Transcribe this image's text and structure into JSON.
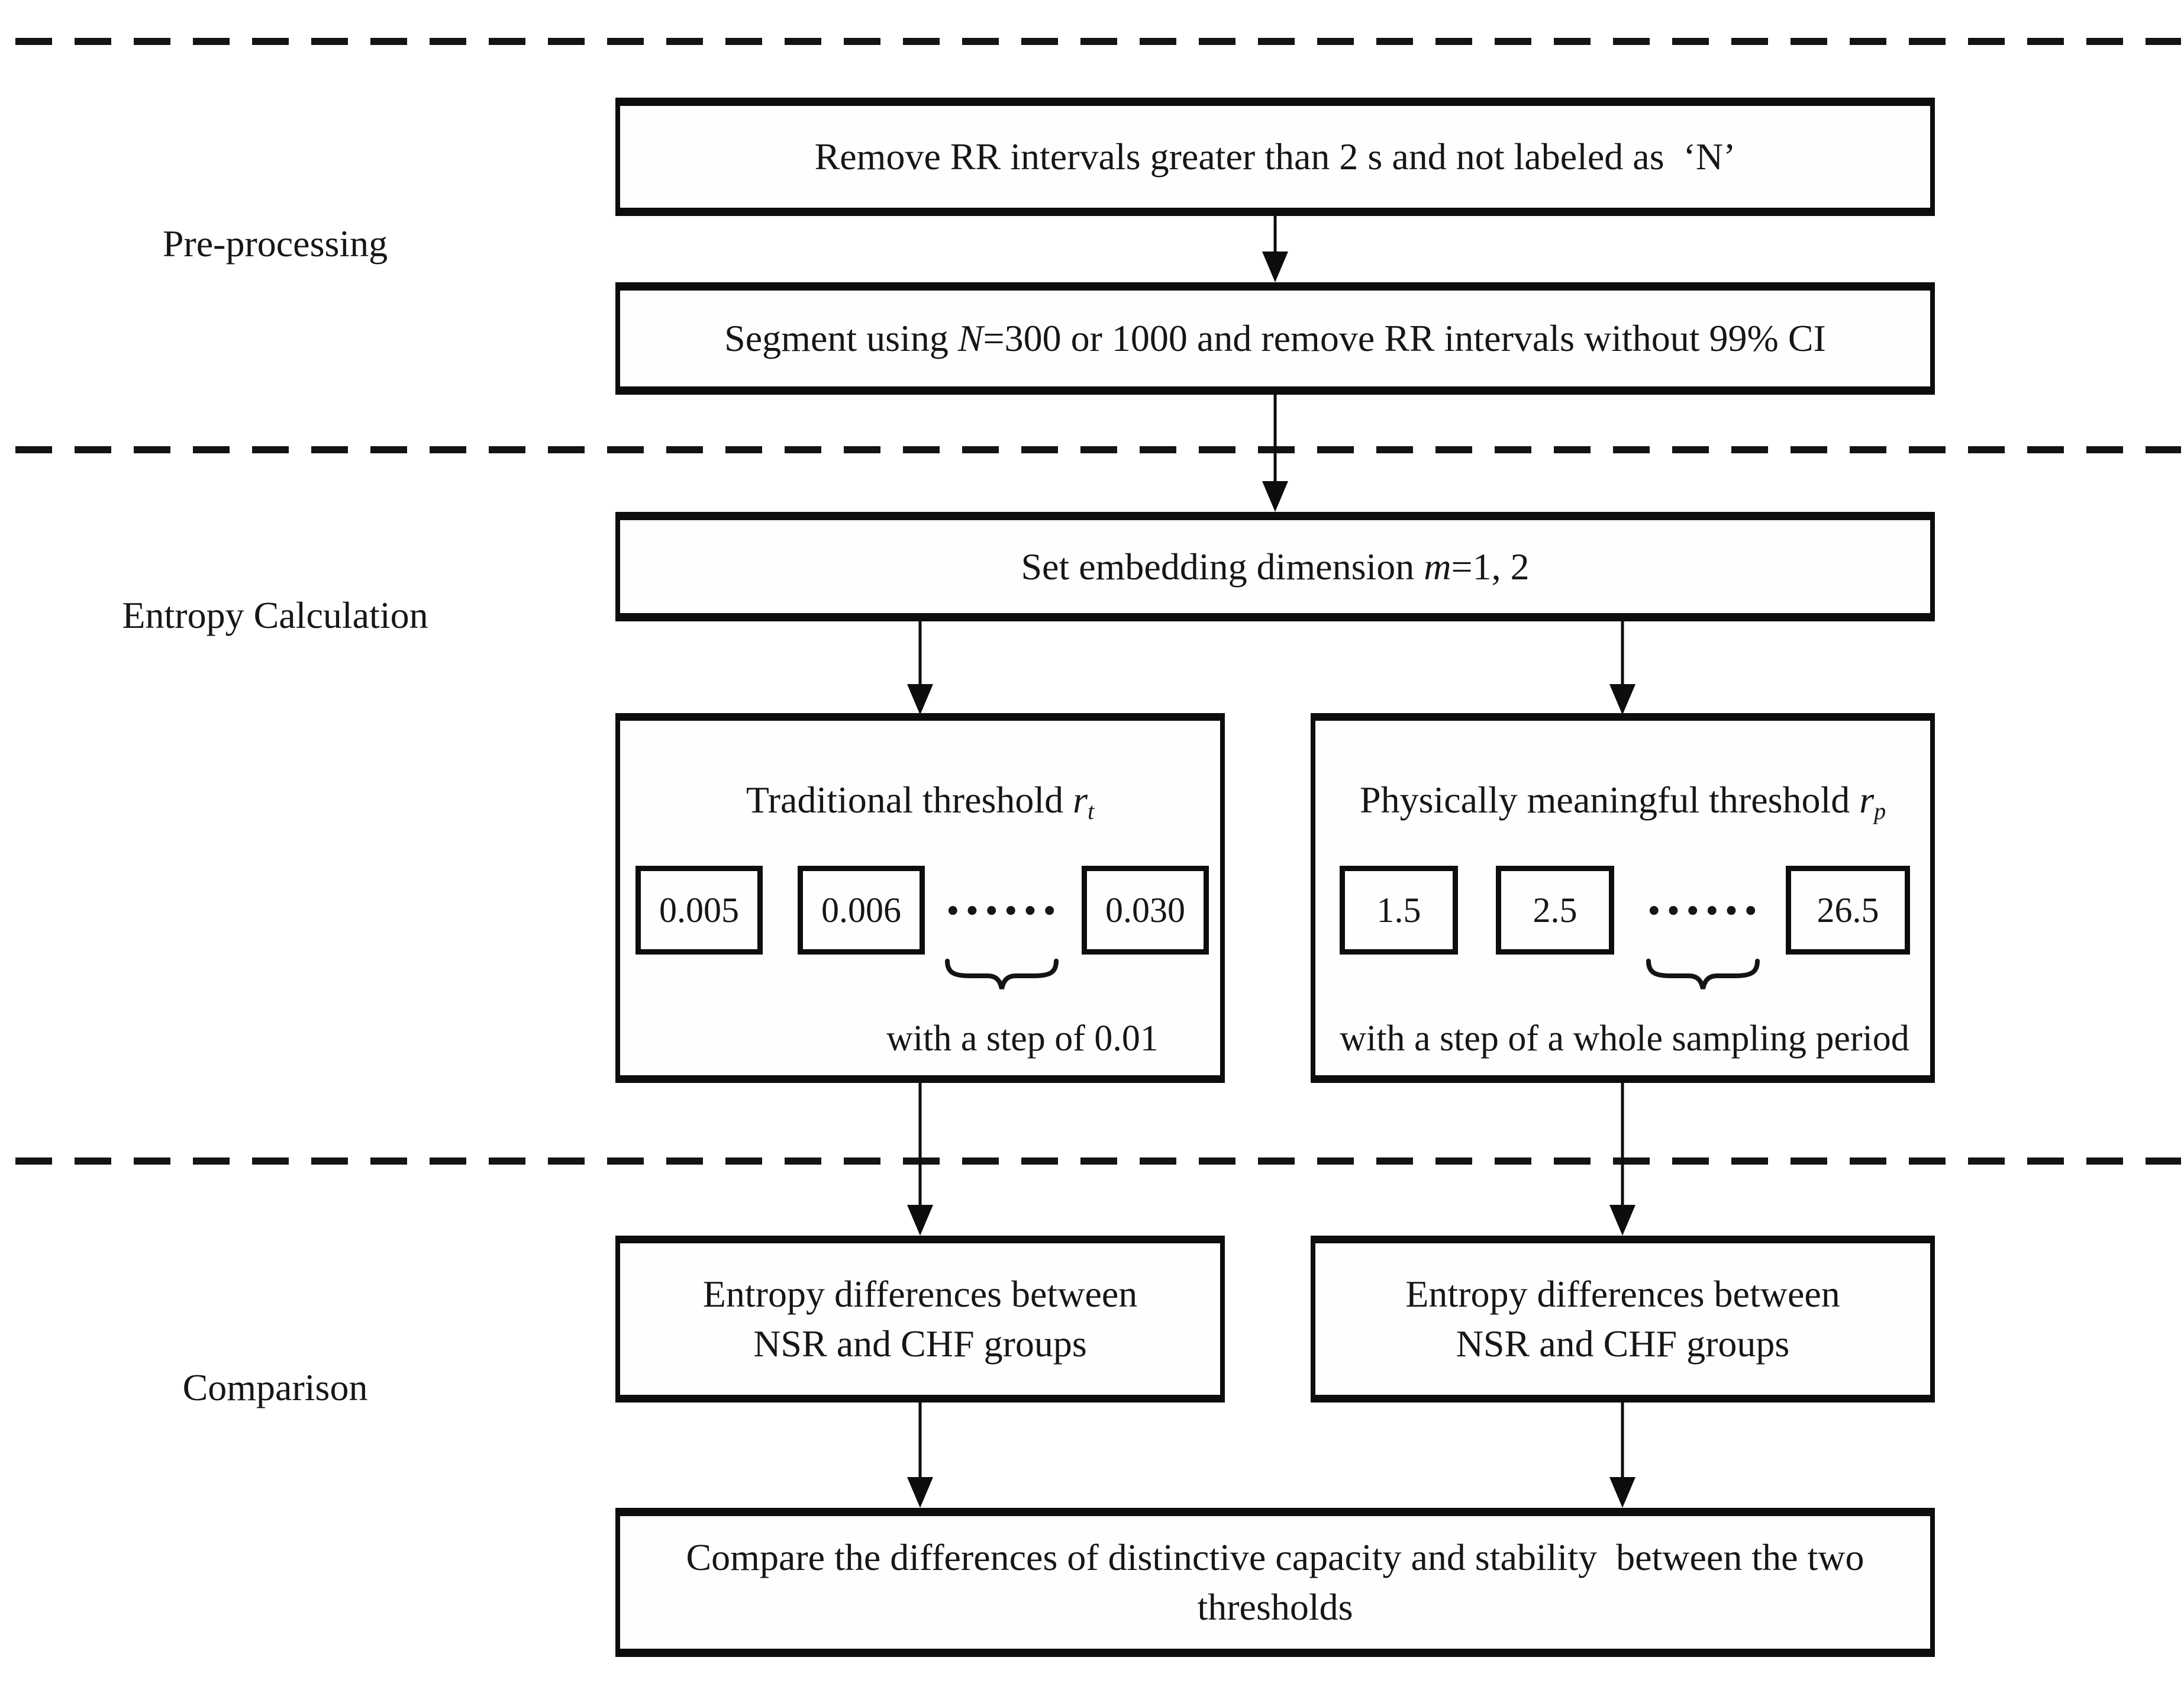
{
  "sections": {
    "preprocessing": {
      "label": "Pre-processing"
    },
    "entropy": {
      "label": "Entropy Calculation"
    },
    "comparison": {
      "label": "Comparison"
    }
  },
  "boxes": {
    "remove_rr": {
      "text": "Remove RR intervals greater than 2 s and not labeled as  ‘N’"
    },
    "segment": {
      "prefix": "Segment using ",
      "var": "N",
      "suffix": "=300 or 1000 and remove RR intervals without 99% CI"
    },
    "embedding": {
      "prefix": "Set embedding dimension ",
      "var": "m",
      "suffix": "=1, 2"
    },
    "traditional": {
      "title_prefix": "Traditional threshold ",
      "title_var": "r",
      "title_sub": "t",
      "values": [
        "0.005",
        "0.006",
        "0.030"
      ],
      "ellipsis": "······",
      "step_note": "with a step of 0.01"
    },
    "physical": {
      "title_prefix": "Physically meaningful threshold ",
      "title_var": "r",
      "title_sub": "p",
      "values": [
        "1.5",
        "2.5",
        "26.5"
      ],
      "ellipsis": "······",
      "step_note": "with a step of a whole sampling period"
    },
    "entropy_diff_left": {
      "line1": "Entropy differences between",
      "line2": "NSR and CHF groups"
    },
    "entropy_diff_right": {
      "line1": "Entropy differences between",
      "line2": "NSR and CHF groups"
    },
    "compare": {
      "line1": "Compare the differences of distinctive capacity and stability  between the two",
      "line2": "thresholds"
    }
  },
  "colors": {
    "ink": "#0d0d0d",
    "background": "#ffffff"
  }
}
